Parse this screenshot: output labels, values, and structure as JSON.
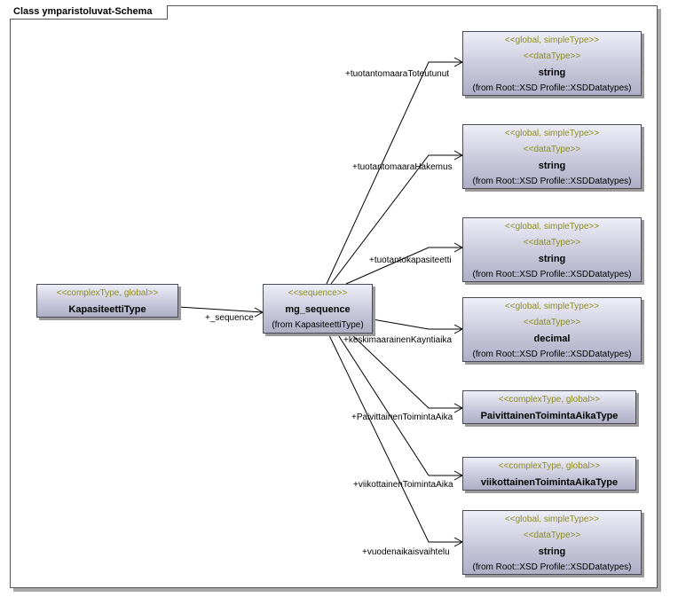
{
  "frame": {
    "title": "Class ymparistoluvat-Schema"
  },
  "classes": {
    "kapasiteetti": {
      "stereotype": "<<complexType, global>>",
      "name": "KapasiteettiType"
    },
    "mg_sequence": {
      "stereotype": "<<sequence>>",
      "name": "mg_sequence",
      "from": "(from KapasiteettiType)"
    },
    "t1": {
      "stereotype": "<<global, simpleType>>",
      "stereotype2": "<<dataType>>",
      "name": "string",
      "from": "(from Root::XSD Profile::XSDDatatypes)"
    },
    "t2": {
      "stereotype": "<<global, simpleType>>",
      "stereotype2": "<<dataType>>",
      "name": "string",
      "from": "(from Root::XSD Profile::XSDDatatypes)"
    },
    "t3": {
      "stereotype": "<<global, simpleType>>",
      "stereotype2": "<<dataType>>",
      "name": "string",
      "from": "(from Root::XSD Profile::XSDDatatypes)"
    },
    "t4": {
      "stereotype": "<<global, simpleType>>",
      "stereotype2": "<<dataType>>",
      "name": "decimal",
      "from": "(from Root::XSD Profile::XSDDatatypes)"
    },
    "t5": {
      "stereotype": "<<complexType, global>>",
      "name": "PaivittainenToimintaAikaType"
    },
    "t6": {
      "stereotype": "<<complexType, global>>",
      "name": "viikottainenToimintaAikaType"
    },
    "t7": {
      "stereotype": "<<global, simpleType>>",
      "stereotype2": "<<dataType>>",
      "name": "string",
      "from": "(from Root::XSD Profile::XSDDatatypes)"
    }
  },
  "roles": {
    "sequence": "+_sequence",
    "r1": "+tuotantomaaraToteutunut",
    "r2": "+tuotantomaaraHakemus",
    "r3": "+tuotantokapasiteetti",
    "r4": "+keskimaarainenKayntiaika",
    "r5": "+PaivittainenToimintaAika",
    "r6": "+viikottainenToimintaAika",
    "r7": "+vuodenaikaisvaihtelu"
  }
}
